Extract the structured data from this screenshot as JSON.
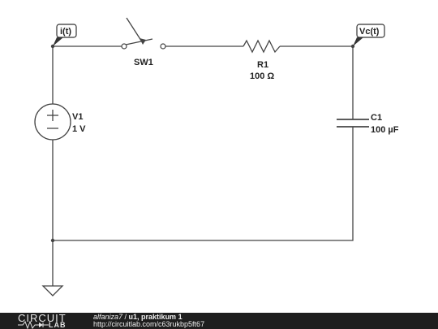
{
  "components": {
    "switch": {
      "ref": "SW1"
    },
    "resistor": {
      "ref": "R1",
      "value": "100 Ω"
    },
    "capacitor": {
      "ref": "C1",
      "value": "100 µF"
    },
    "source": {
      "ref": "V1",
      "value": "1 V"
    }
  },
  "probes": {
    "current": "i(t)",
    "voltage": "Vc(t)"
  },
  "footer": {
    "logo_top": "CIRCUIT",
    "logo_bottom": "LAB",
    "author": "alfaniza7",
    "separator": " / ",
    "title": "u1, praktikum 1",
    "url": "http://circuitlab.com/c63rukbp5ft67"
  }
}
